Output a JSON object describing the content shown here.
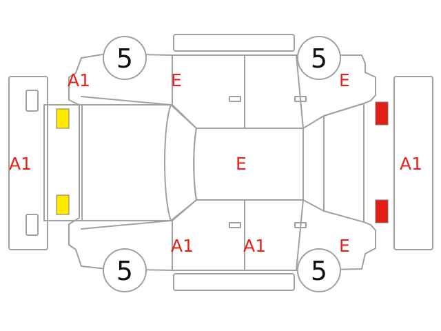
{
  "colors": {
    "outline": "#a0a0a0",
    "code_text": "#e8221b",
    "tire_text": "#111111",
    "front_lamp": "#ffea00",
    "rear_lamp": "#e31e14"
  },
  "tires": {
    "front_left": "5",
    "rear_left": "5",
    "front_right": "5",
    "rear_right": "5"
  },
  "codes": {
    "front_bumper": "A1",
    "left_front_fender": "A1",
    "roof_center": "E",
    "left_front_door": "E",
    "left_rear_fender": "E",
    "rear_bumper": "A1",
    "right_front_door": "A1",
    "right_rear_door": "A1",
    "right_rear_fender": "E"
  }
}
